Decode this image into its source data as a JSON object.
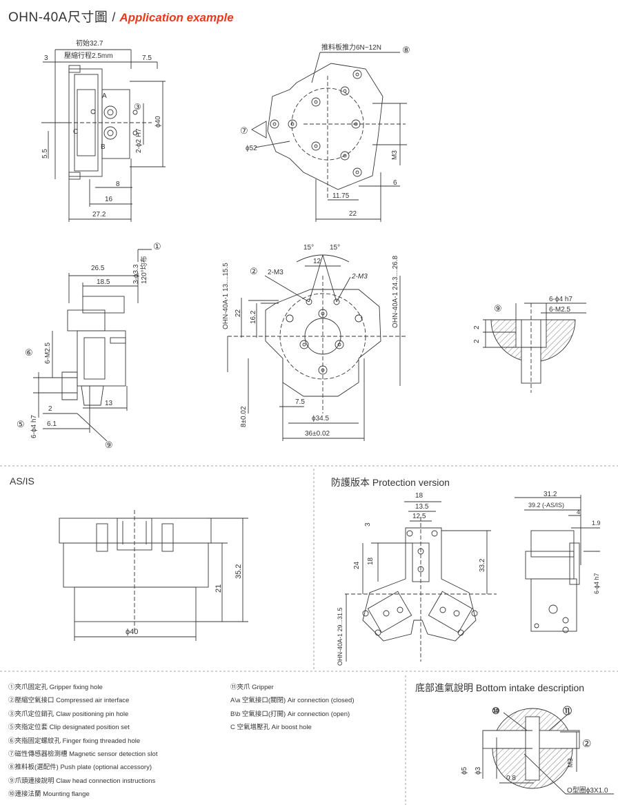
{
  "header": {
    "model": "OHN-40A尺寸圖",
    "separator": "/",
    "subtitle": "Application example"
  },
  "top_view": {
    "initial": "初始32.7",
    "stroke": "壓縮行程2.5mm",
    "d3": "3",
    "d7_5": "7.5",
    "d5_5": "5.5",
    "d8": "8",
    "d16": "16",
    "d27_2": "27.2",
    "phi40": "ϕ40",
    "pin": "2-ϕ2 H7",
    "A": "A",
    "B": "B",
    "C": "C",
    "n3": "③"
  },
  "front_view": {
    "push": "推料板推力6N~12N",
    "n8": "⑧",
    "n7": "⑦",
    "phi52": "ϕ52",
    "m3": "M3",
    "d6": "6",
    "d11_75": "11.75",
    "d22": "22"
  },
  "side_view": {
    "n1": "①",
    "holes": "3-ϕ3.3",
    "even": "120°均布",
    "d26_5": "26.5",
    "d18_5": "18.5",
    "n6": "⑥",
    "m25": "6-M2.5",
    "d2": "2",
    "d13": "13",
    "n5": "⑤",
    "phi4": "6-ϕ4 h7",
    "d6_1": "6.1",
    "n9": "⑨"
  },
  "bottom_view": {
    "angle_l": "15°",
    "angle_r": "15°",
    "d12": "12",
    "n2": "②",
    "m3_l": "2-M3",
    "m3_r": "2-M3",
    "d22": "22",
    "d16_2": "16.2",
    "range_l": "OHN-40A-1 13....15.5",
    "range_r": "OHN-40A-1 24.3....26.8",
    "d7_5": "7.5",
    "phi34_5": "ϕ34.5",
    "d36": "36±0.02",
    "d8": "8±0.02"
  },
  "detail_view": {
    "n9": "⑨",
    "phi4": "6-ϕ4 h7",
    "m25": "6-M2.5",
    "d2a": "2",
    "d2b": "2"
  },
  "asis": {
    "title": "AS/IS",
    "d35_2": "35.2",
    "d21": "21",
    "phi40": "ϕ40"
  },
  "protection": {
    "title": "防護版本 Protection version",
    "d18": "18",
    "d13_5": "13.5",
    "d12_5": "12.5",
    "d3": "3",
    "d24": "24",
    "d18v": "18",
    "d33_2": "33.2",
    "range": "OHN-40A-1 29...31.5",
    "d31_2": "31.2",
    "d39_2": "39.2 (-AS/IS)",
    "d4": "4",
    "d1_9": "1.9",
    "phi4": "6-ϕ4 h7"
  },
  "legend": {
    "items": [
      "①夾爪固定孔 Gripper fixing hole",
      "②壓縮空氣接口 Compressed air interface",
      "③夾爪定位銷孔 Claw positioning pin hole",
      "⑤夾指定位套 Clip designated position set",
      "⑥夾指固定螺紋孔 Finger fixing threaded hole",
      "⑦磁性傳感器檢測槽 Magnetic sensor detection slot",
      "⑧推料板(選配件) Push plate (optional accessory)",
      "⑨爪頭連接說明 Claw head connection instructions",
      "⑩連接法蘭 Mounting flange"
    ],
    "items2": [
      "⑪夾爪 Gripper",
      "A\\a 空氣接口(關閉) Air connection (closed)",
      "B\\b 空氣接口(打開) Air connection (open)",
      "C    空氣增壓孔 Air boost hole"
    ]
  },
  "intake": {
    "title": "底部進氣說明 Bottom intake description",
    "n10": "⑩",
    "n11": "⑪",
    "n2": "②",
    "phi5": "ϕ5",
    "phi3": "ϕ3",
    "d0_8": "0.8",
    "m3": "M3",
    "oring": "O型圈ϕ3X1.0"
  }
}
